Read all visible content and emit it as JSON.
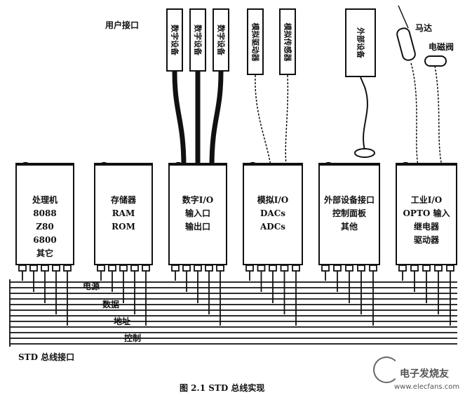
{
  "title": "用户接口",
  "devices": [
    {
      "label": "数字设备"
    },
    {
      "label": "数字设备"
    },
    {
      "label": "数字设备"
    },
    {
      "label": "模拟驱动器"
    },
    {
      "label": "模拟传感器"
    },
    {
      "label": "外部设备"
    }
  ],
  "motor_label": "马达",
  "valve_label": "电磁阀",
  "cards": [
    {
      "lines": [
        "处理机",
        "8088",
        "Z80",
        "6800",
        "其它"
      ]
    },
    {
      "lines": [
        "存储器",
        "RAM",
        "ROM"
      ]
    },
    {
      "lines": [
        "数字I/O",
        "输入口",
        "输出口"
      ]
    },
    {
      "lines": [
        "模拟I/O",
        "DACs",
        "ADCs"
      ]
    },
    {
      "lines": [
        "外部设备接口",
        "控制面板",
        "其他"
      ]
    },
    {
      "lines": [
        "工业I/O",
        "OPTO 输入",
        "继电器",
        "驱动器"
      ]
    }
  ],
  "bus_labels": {
    "power": "电源",
    "data": "数据",
    "address": "地址",
    "control": "控制"
  },
  "bus_title": "STD 总线接口",
  "caption": "图 2.1   STD 总线实现",
  "watermark": {
    "brand": "电子发烧友",
    "url": "www.elecfans.com"
  }
}
